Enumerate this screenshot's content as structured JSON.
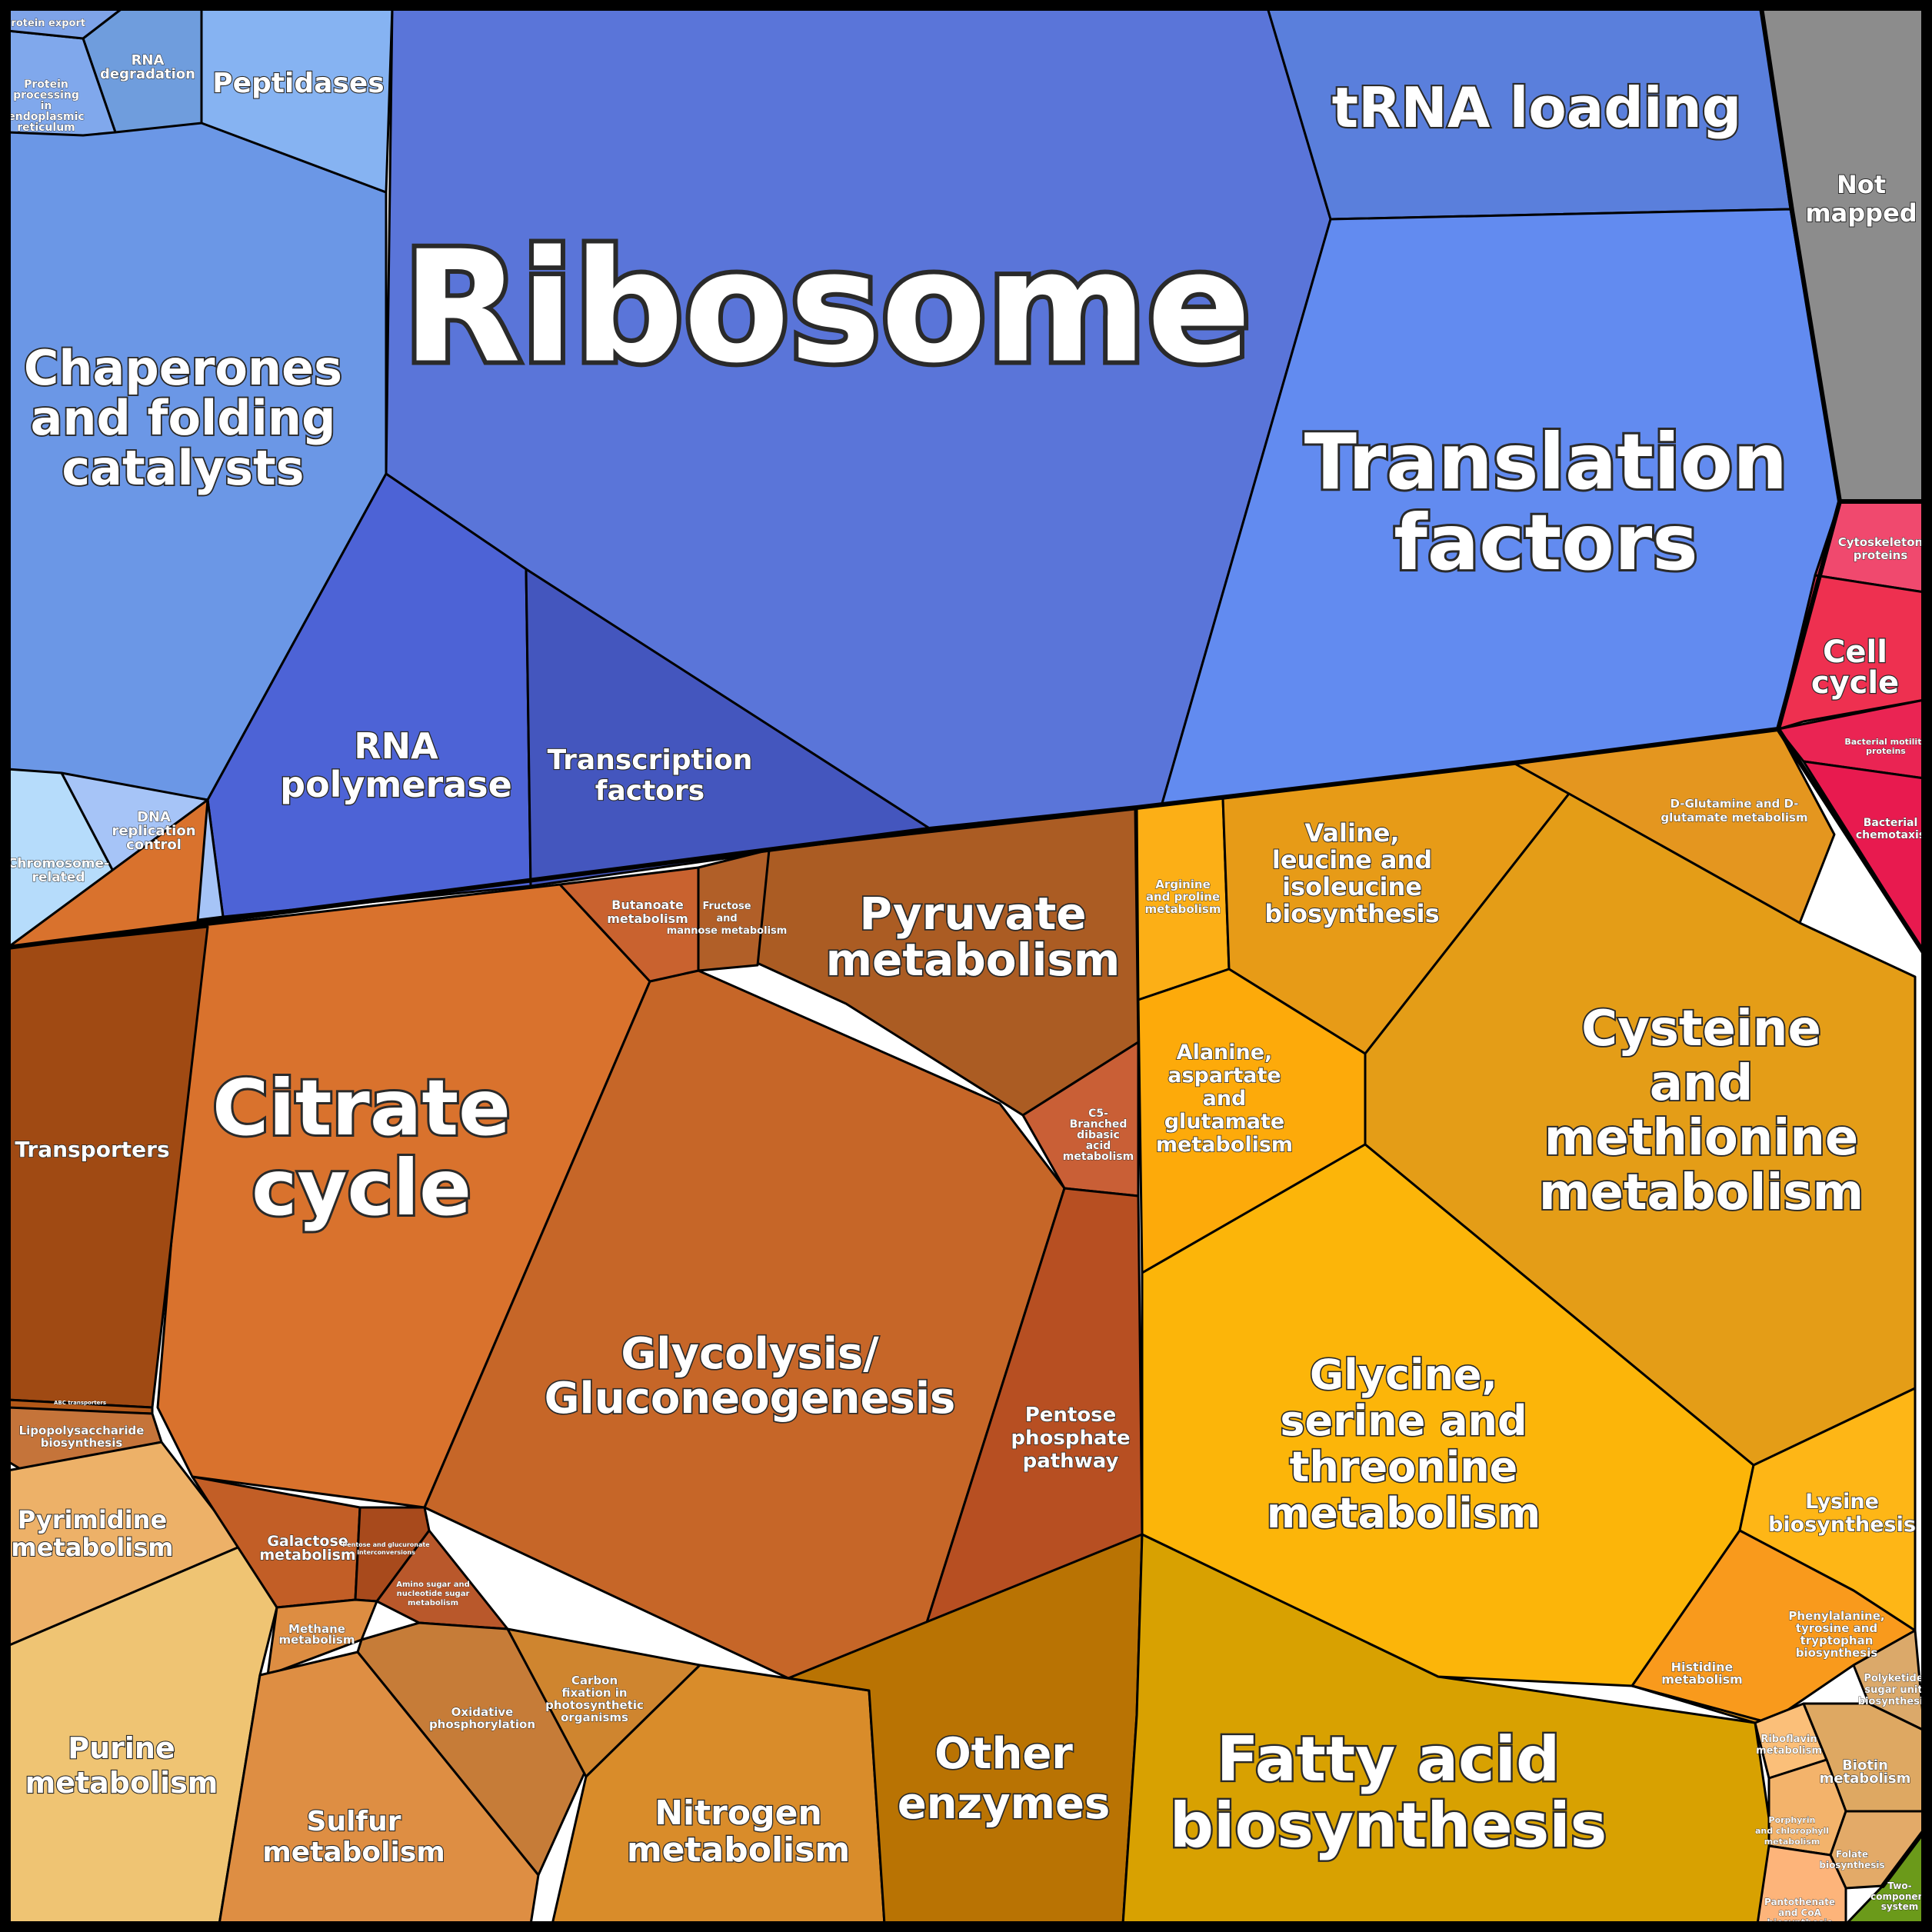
{
  "colors": {
    "genetic_information_processing": "#5a77db",
    "cellular_processes": "#ee2a55",
    "metabolism": "#e8a21c",
    "not_mapped": "#8c8c8c",
    "environmental_information_processing": "#6b9a1a"
  },
  "cells": [
    {
      "key": "ribosome",
      "label": "Ribosome",
      "color": "#5a75d9"
    },
    {
      "key": "trna_loading",
      "label": "tRNA loading",
      "color": "#5a7fdc"
    },
    {
      "key": "translation_factors",
      "label": "Translation factors",
      "color": "#628bf0"
    },
    {
      "key": "chaperones",
      "label": "Chaperones and folding catalysts",
      "color": "#6b97e6"
    },
    {
      "key": "peptidases",
      "label": "Peptidases",
      "color": "#86b3f2"
    },
    {
      "key": "rna_degradation",
      "label": "RNA degradation",
      "color": "#6f9ddd"
    },
    {
      "key": "protein_processing_er",
      "label": "Protein processing in endoplasmic reticulum",
      "color": "#80a8ec"
    },
    {
      "key": "protein_export",
      "label": "Protein export",
      "color": "#7ea3e8"
    },
    {
      "key": "rna_polymerase",
      "label": "RNA polymerase",
      "color": "#4d63d6"
    },
    {
      "key": "transcription_factors",
      "label": "Transcription factors",
      "color": "#4456be"
    },
    {
      "key": "dna_replication_control",
      "label": "DNA replication control",
      "color": "#a6c4f7"
    },
    {
      "key": "chromosome_related",
      "label": "Chromosome-related",
      "color": "#b6dcfb"
    },
    {
      "key": "not_mapped",
      "label": "Not mapped",
      "color": "#8c8c8c"
    },
    {
      "key": "cytoskeleton_proteins",
      "label": "Cytoskeleton proteins",
      "color": "#f0496e"
    },
    {
      "key": "cell_cycle",
      "label": "Cell cycle",
      "color": "#ee3050"
    },
    {
      "key": "bacterial_motility_proteins",
      "label": "Bacterial motility proteins",
      "color": "#ea2453"
    },
    {
      "key": "bacterial_chemotaxis",
      "label": "Bacterial chemotaxis",
      "color": "#e81a4f"
    },
    {
      "key": "citrate_cycle",
      "label": "Citrate cycle",
      "color": "#d9722d"
    },
    {
      "key": "glycolysis",
      "label": "Glycolysis/ Gluconeogenesis",
      "color": "#c66628"
    },
    {
      "key": "pyruvate_metabolism",
      "label": "Pyruvate metabolism",
      "color": "#ab5c23"
    },
    {
      "key": "butanoate_metabolism",
      "label": "Butanoate metabolism",
      "color": "#c9622f"
    },
    {
      "key": "fructose_mannose",
      "label": "Fructose and mannose metabolism",
      "color": "#b15f28"
    },
    {
      "key": "c5_branched",
      "label": "C5-Branched dibasic acid metabolism",
      "color": "#c95f36"
    },
    {
      "key": "pentose_phosphate",
      "label": "Pentose phosphate pathway",
      "color": "#b74f22"
    },
    {
      "key": "transporters",
      "label": "Transporters",
      "color": "#a04a13"
    },
    {
      "key": "abc_transporters",
      "label": "ABC transporters",
      "color": "#b35818"
    },
    {
      "key": "lipopolysaccharide",
      "label": "Lipopolysaccharide biosynthesis",
      "color": "#c5743a"
    },
    {
      "key": "pyrimidine_metabolism",
      "label": "Pyrimidine metabolism",
      "color": "#edb168"
    },
    {
      "key": "purine_metabolism",
      "label": "Purine metabolism",
      "color": "#efc473"
    },
    {
      "key": "galactose_metabolism",
      "label": "Galactose metabolism",
      "color": "#c25e26"
    },
    {
      "key": "pentose_glucuronate",
      "label": "Pentose and glucuronate interconversions",
      "color": "#a84a1c"
    },
    {
      "key": "amino_sugar",
      "label": "Amino sugar and nucleotide sugar metabolism",
      "color": "#b9582b"
    },
    {
      "key": "methane_metabolism",
      "label": "Methane metabolism",
      "color": "#dd8d42"
    },
    {
      "key": "oxidative_phosphorylation",
      "label": "Oxidative phosphorylation",
      "color": "#c67c38"
    },
    {
      "key": "carbon_fixation",
      "label": "Carbon fixation in photosynthetic organisms",
      "color": "#cf852f"
    },
    {
      "key": "sulfur_metabolism",
      "label": "Sulfur metabolism",
      "color": "#de8e43"
    },
    {
      "key": "nitrogen_metabolism",
      "label": "Nitrogen metabolism",
      "color": "#d98c2a"
    },
    {
      "key": "other_enzymes",
      "label": "Other enzymes",
      "color": "#b97303"
    },
    {
      "key": "fatty_acid_biosynthesis",
      "label": "Fatty acid biosynthesis",
      "color": "#d8a101"
    },
    {
      "key": "arginine_proline",
      "label": "Arginine and proline metabolism",
      "color": "#fcaf16"
    },
    {
      "key": "valine_leucine",
      "label": "Valine, leucine and isoleucine biosynthesis",
      "color": "#e79b17"
    },
    {
      "key": "alanine_aspartate",
      "label": "Alanine, aspartate and glutamate metabolism",
      "color": "#fdaa0a"
    },
    {
      "key": "d_glutamine",
      "label": "D-Glutamine and D-glutamate metabolism",
      "color": "#e4961f"
    },
    {
      "key": "cysteine_methionine",
      "label": "Cysteine and methionine metabolism",
      "color": "#e49d17"
    },
    {
      "key": "glycine_serine",
      "label": "Glycine, serine and threonine metabolism",
      "color": "#fcb509"
    },
    {
      "key": "lysine_biosynthesis",
      "label": "Lysine biosynthesis",
      "color": "#feb616"
    },
    {
      "key": "phenylalanine",
      "label": "Phenylalanine, tyrosine and tryptophan biosynthesis",
      "color": "#f99a1c"
    },
    {
      "key": "histidine_metabolism",
      "label": "Histidine metabolism",
      "color": "#e89617"
    },
    {
      "key": "polyketide",
      "label": "Polyketide sugar unit biosynthesis",
      "color": "#dba96a"
    },
    {
      "key": "riboflavin",
      "label": "Riboflavin metabolism",
      "color": "#fbbf79"
    },
    {
      "key": "biotin",
      "label": "Biotin metabolism",
      "color": "#dea862"
    },
    {
      "key": "porphyrin",
      "label": "Porphyrin and chlorophyll metabolism",
      "color": "#f3b36b"
    },
    {
      "key": "folate",
      "label": "Folate biosynthesis",
      "color": "#e3aa68"
    },
    {
      "key": "pantothenate",
      "label": "Pantothenate and CoA biosynthesis",
      "color": "#fdb47a"
    },
    {
      "key": "two_component",
      "label": "Two-component system",
      "color": "#6b9a1a"
    }
  ]
}
